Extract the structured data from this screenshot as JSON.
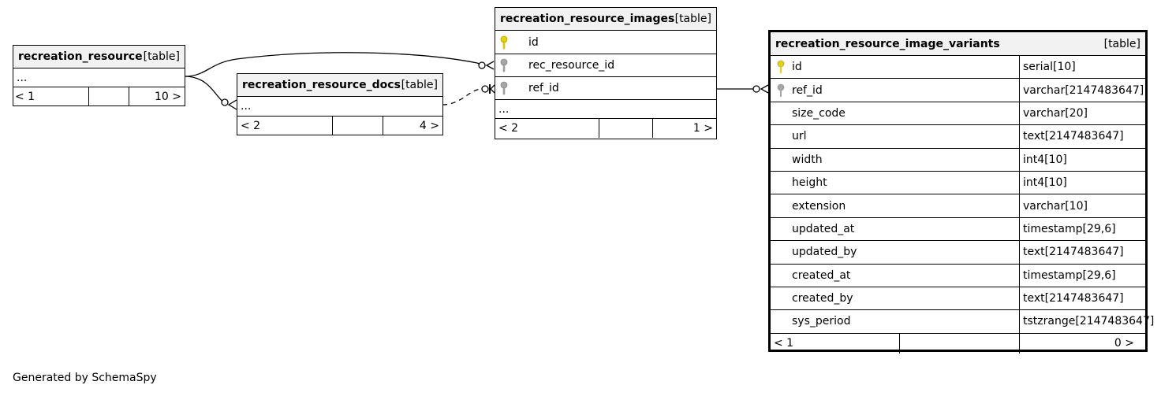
{
  "tables": {
    "resource": {
      "name": "recreation_resource",
      "kind": "[table]",
      "more": "...",
      "footer": {
        "left": "< 1",
        "right": "10 >"
      }
    },
    "docs": {
      "name": "recreation_resource_docs",
      "kind": "[table]",
      "more": "...",
      "footer": {
        "left": "< 2",
        "right": "4 >"
      }
    },
    "images": {
      "name": "recreation_resource_images",
      "kind": "[table]",
      "columns": [
        {
          "name": "id",
          "key": "primary-key"
        },
        {
          "name": "rec_resource_id",
          "key": "foreign-key"
        },
        {
          "name": "ref_id",
          "key": "foreign-key"
        }
      ],
      "more": "...",
      "footer": {
        "left": "< 2",
        "right": "1 >"
      }
    },
    "variants": {
      "name": "recreation_resource_image_variants",
      "kind": "[table]",
      "columns": [
        {
          "name": "id",
          "type": "serial[10]",
          "key": "primary-key"
        },
        {
          "name": "ref_id",
          "type": "varchar[2147483647]",
          "key": "foreign-key"
        },
        {
          "name": "size_code",
          "type": "varchar[20]",
          "key": ""
        },
        {
          "name": "url",
          "type": "text[2147483647]",
          "key": ""
        },
        {
          "name": "width",
          "type": "int4[10]",
          "key": ""
        },
        {
          "name": "height",
          "type": "int4[10]",
          "key": ""
        },
        {
          "name": "extension",
          "type": "varchar[10]",
          "key": ""
        },
        {
          "name": "updated_at",
          "type": "timestamp[29,6]",
          "key": ""
        },
        {
          "name": "updated_by",
          "type": "text[2147483647]",
          "key": ""
        },
        {
          "name": "created_at",
          "type": "timestamp[29,6]",
          "key": ""
        },
        {
          "name": "created_by",
          "type": "text[2147483647]",
          "key": ""
        },
        {
          "name": "sys_period",
          "type": "tstzrange[2147483647]",
          "key": ""
        }
      ],
      "footer": {
        "left": "< 1",
        "right": "0 >"
      }
    }
  },
  "colors": {
    "primary_key": "#e6d200",
    "foreign_key": "#a6a6a6",
    "header_bg": "#f2f2f2"
  },
  "credit": "Generated by SchemaSpy"
}
